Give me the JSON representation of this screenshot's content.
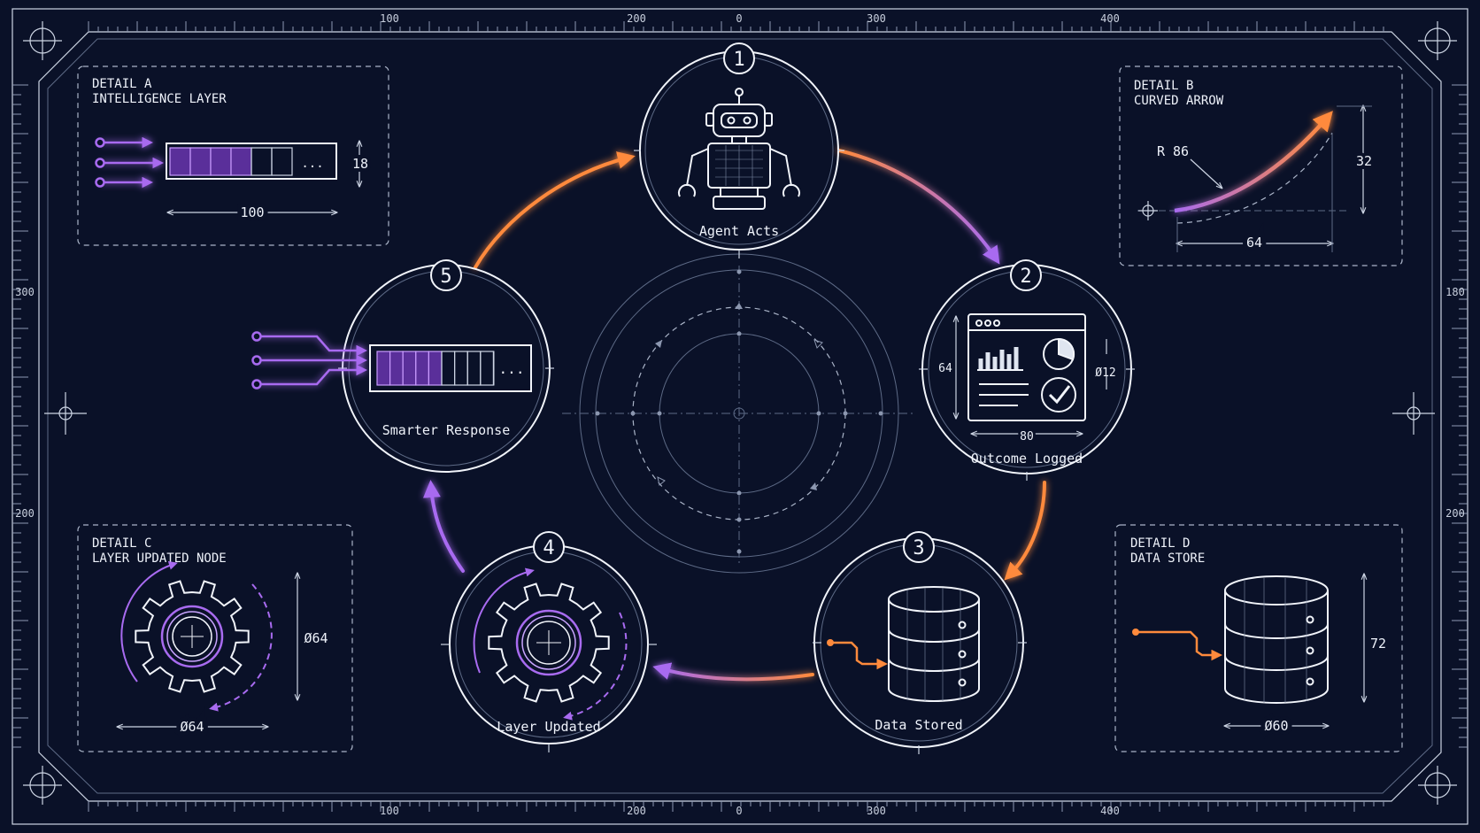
{
  "colors": {
    "background": "#0a1128",
    "line": "#e8ecf5",
    "orange": "#ff8a3c",
    "purple": "#a86bf0"
  },
  "ruler": {
    "top": [
      "100",
      "200",
      "0",
      "300",
      "400"
    ],
    "bottom": [
      "100",
      "200",
      "0",
      "300",
      "400"
    ],
    "left": [
      "300",
      "200"
    ],
    "right": [
      "180",
      "200"
    ]
  },
  "nodes": [
    {
      "number": "1",
      "label": "Agent Acts",
      "icon": "robot-icon"
    },
    {
      "number": "2",
      "label": "Outcome Logged",
      "icon": "dashboard-icon"
    },
    {
      "number": "3",
      "label": "Data Stored",
      "icon": "database-icon"
    },
    {
      "number": "4",
      "label": "Layer Updated",
      "icon": "gear-icon"
    },
    {
      "number": "5",
      "label": "Smarter Response",
      "icon": "layer-bar-icon"
    }
  ],
  "node2_dims": {
    "height": "64",
    "width": "80",
    "diameter": "Ø12"
  },
  "details": {
    "a": {
      "title": "DETAIL A",
      "subtitle": "INTELLIGENCE LAYER",
      "height": "18",
      "width": "100"
    },
    "b": {
      "title": "DETAIL B",
      "subtitle": "CURVED ARROW",
      "radius": "R 86",
      "height": "32",
      "width": "64"
    },
    "c": {
      "title": "DETAIL C",
      "subtitle": "LAYER UPDATED NODE",
      "diameter_v": "Ø64",
      "diameter_h": "Ø64"
    },
    "d": {
      "title": "DETAIL D",
      "subtitle": "DATA STORE",
      "height": "72",
      "diameter": "Ø60"
    }
  },
  "ellipsis": "..."
}
